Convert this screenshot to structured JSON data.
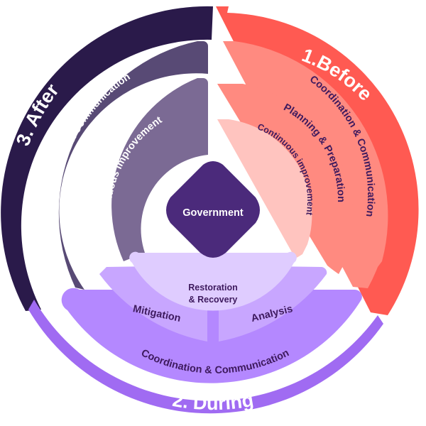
{
  "phases": {
    "before": {
      "title": "1.Before",
      "rings": [
        "Coordination & Communication",
        "Planning & Preparation",
        "Continuous improvement"
      ]
    },
    "after": {
      "title": "3. After",
      "rings": [
        "Coordination & Communication",
        "Continuous improvement"
      ]
    },
    "during": {
      "title": "2. During",
      "rings": [
        "Coordination & Communication"
      ],
      "mitigation": "Mitigation",
      "analysis": "Analysis",
      "restoration_line1": "Restoration",
      "restoration_line2": "& Recovery"
    }
  },
  "center": {
    "label": "Government"
  },
  "colors": {
    "before_outer": "#ff5a52",
    "before_ring1": "#ff8a80",
    "before_ring2": "#ffa69e",
    "before_ring3": "#ffc4bf",
    "after_outer": "#2a1a4a",
    "after_ring1": "#584a75",
    "after_ring2": "#7b6a94",
    "during_outer": "#a06bf2",
    "during_ring1": "#b488ff",
    "during_ring2": "#c8a6ff",
    "during_ring3": "#dfccff",
    "center": "#4b2a7b",
    "dark_text": "#3e1a5e",
    "light_text": "#ffffff"
  }
}
